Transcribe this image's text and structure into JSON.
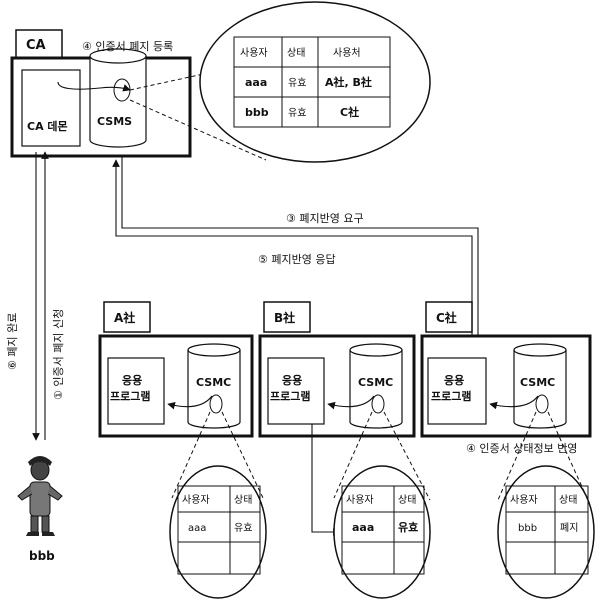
{
  "ca": {
    "label": "CA",
    "daemon": "CA 데몬",
    "csms": "CSMS",
    "table": {
      "headers": [
        "사용자",
        "상태",
        "사용처"
      ],
      "rows": [
        [
          "aaa",
          "유효",
          "A社, B社"
        ],
        [
          "bbb",
          "유효",
          "C社"
        ]
      ]
    }
  },
  "steps": {
    "s1": "① 인증서 폐지 신청",
    "s2": "④ 인증서 폐지 등록",
    "s3": "③ 폐지반영 요구",
    "s4": "④ 인증서 상태정보 반영",
    "s5": "⑤ 폐지반영 응답",
    "s6": "⑥ 폐지 완료"
  },
  "companies": [
    {
      "label": "A社",
      "app": [
        "응용",
        "프로그램"
      ],
      "csmc": "CSMC",
      "table": {
        "headers": [
          "사용자",
          "상태"
        ],
        "rows": [
          [
            "aaa",
            "유효"
          ],
          [
            "",
            ""
          ]
        ]
      }
    },
    {
      "label": "B社",
      "app": [
        "응용",
        "프로그램"
      ],
      "csmc": "CSMC",
      "table": {
        "headers": [
          "사용자",
          "상태"
        ],
        "rows": [
          [
            "aaa",
            "유효"
          ],
          [
            "",
            ""
          ]
        ]
      }
    },
    {
      "label": "C社",
      "app": [
        "응용",
        "프로그램"
      ],
      "csmc": "CSMC",
      "table": {
        "headers": [
          "사용자",
          "상태"
        ],
        "rows": [
          [
            "bbb",
            "폐지"
          ],
          [
            "",
            ""
          ]
        ]
      }
    }
  ],
  "user": {
    "name": "bbb",
    "icon": "person-icon"
  }
}
